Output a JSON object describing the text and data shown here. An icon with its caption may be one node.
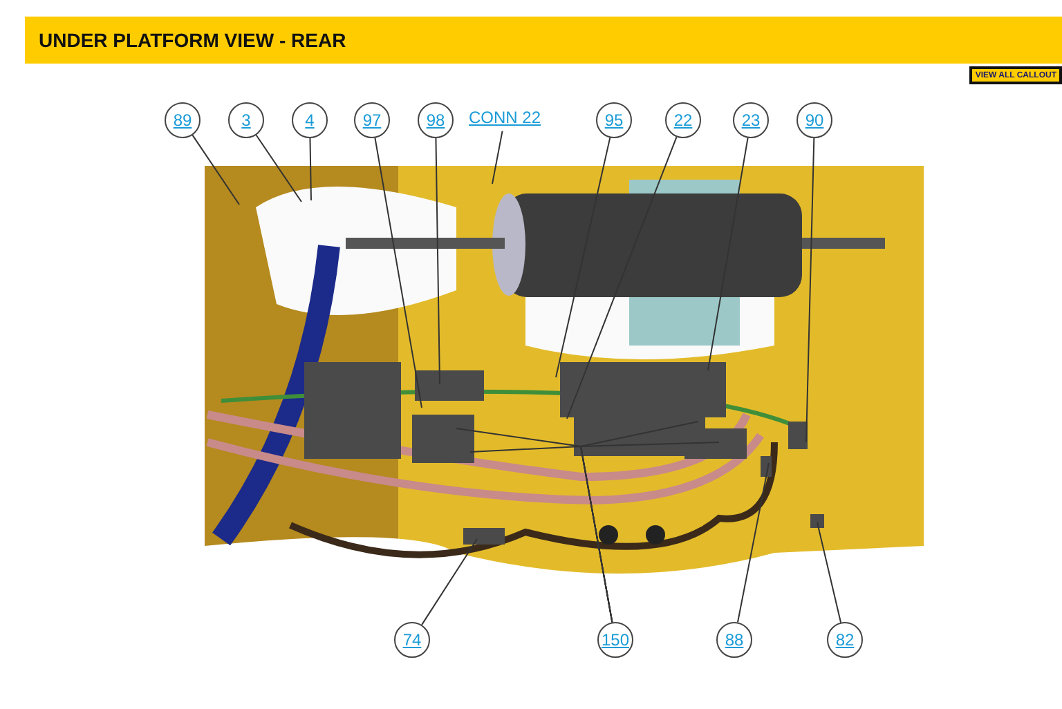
{
  "diagram": {
    "title": "UNDER PLATFORM VIEW - REAR",
    "nodes": [
      {
        "text": [
          "89"
        ]
      },
      {
        "text": [
          "3"
        ]
      },
      {
        "text": [
          "4"
        ]
      },
      {
        "text": [
          "97"
        ]
      },
      {
        "text": [
          "98"
        ]
      },
      {
        "text": [
          "CONN 22"
        ]
      },
      {
        "text": [
          "95"
        ]
      },
      {
        "text": [
          "22"
        ]
      },
      {
        "text": [
          "23"
        ]
      },
      {
        "text": [
          "90"
        ]
      },
      {
        "text": [
          "74"
        ]
      },
      {
        "text": [
          "150"
        ]
      },
      {
        "text": [
          "88"
        ]
      },
      {
        "text": [
          "82"
        ]
      }
    ],
    "edges": [
      {
        "from": 0,
        "to": null,
        "arrow": "none"
      },
      {
        "from": 1,
        "to": null,
        "arrow": "none"
      },
      {
        "from": 2,
        "to": null,
        "arrow": "none"
      },
      {
        "from": 3,
        "to": null,
        "arrow": "none"
      },
      {
        "from": 4,
        "to": null,
        "arrow": "none"
      },
      {
        "from": 5,
        "to": null,
        "arrow": "none"
      },
      {
        "from": 6,
        "to": null,
        "arrow": "none"
      },
      {
        "from": 7,
        "to": null,
        "arrow": "none"
      },
      {
        "from": 8,
        "to": null,
        "arrow": "none"
      },
      {
        "from": 9,
        "to": null,
        "arrow": "none"
      },
      {
        "from": 10,
        "to": null,
        "arrow": "none"
      },
      {
        "from": 11,
        "to": null,
        "arrow": "none"
      },
      {
        "from": 11,
        "to": null,
        "arrow": "none"
      },
      {
        "from": 11,
        "to": null,
        "arrow": "none"
      },
      {
        "from": 11,
        "to": null,
        "arrow": "none"
      },
      {
        "from": 12,
        "to": null,
        "arrow": "none"
      },
      {
        "from": 13,
        "to": null,
        "arrow": "none"
      }
    ],
    "labels": [
      "VIEW ALL CALLOUT"
    ]
  }
}
